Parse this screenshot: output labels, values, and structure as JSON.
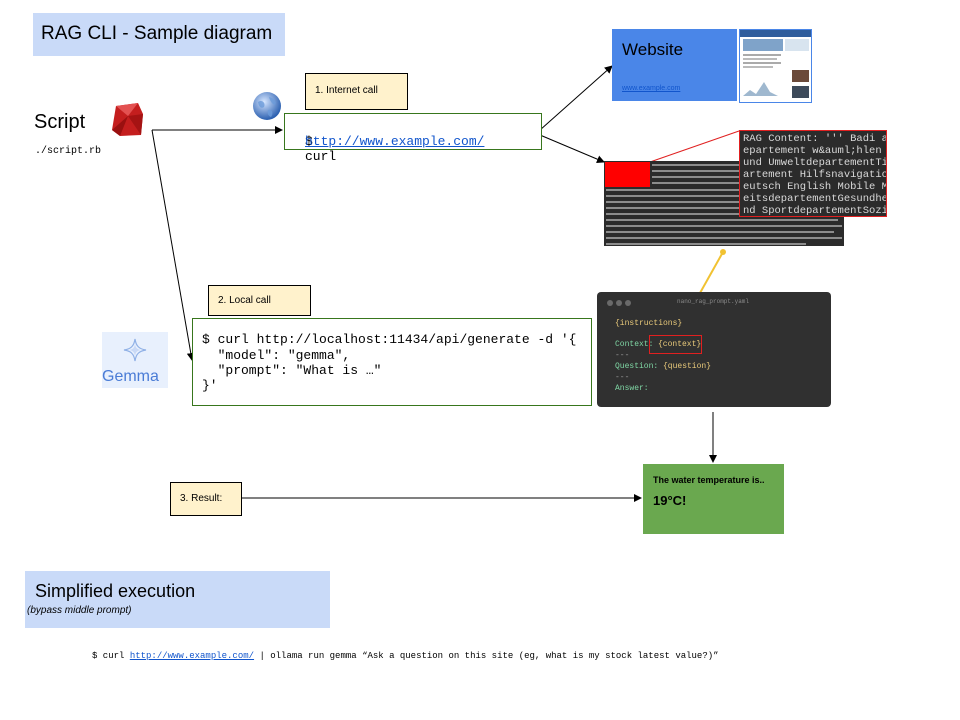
{
  "title": "RAG CLI - Sample diagram",
  "script": {
    "label": "Script",
    "path": "./script.rb"
  },
  "icons": {
    "ruby": "ruby-gem-icon",
    "globe": "globe-icon",
    "gemma": "gemma-logo-icon"
  },
  "notes": {
    "internet_call": "1. Internet call",
    "local_call": "2. Local call",
    "result": "3. Result:"
  },
  "curl1": {
    "prefix": "$ curl ",
    "url": "http://www.example.com/"
  },
  "website": {
    "title": "Website",
    "link": "www.example.com"
  },
  "rag_content": [
    "RAG Content: ''' Badi aktue",
    "epartement w&auml;hlen Depa",
    "und UmweltdepartementTiefba",
    "artement Hilfsnavigation Ko",
    "eutsch English Mobile Menu",
    "eitsdepartementGesundheits-",
    "nd SportdepartementSoziale"
  ],
  "editor": {
    "filename": "nano_rag_prompt.yaml",
    "instructions": "{instructions}",
    "context_label": "Context:",
    "context_var": "{context}",
    "sep1": "---",
    "question_label": "Question:",
    "question_var": "{question}",
    "sep2": "---",
    "answer_label": "Answer:"
  },
  "gemma": {
    "label": "Gemma"
  },
  "curl2": {
    "lines": [
      "$ curl http://localhost:11434/api/generate -d '{",
      "  \"model\": \"gemma\",",
      "  \"prompt\": \"What is …\"",
      "}'"
    ]
  },
  "result": {
    "line1": "The water temperature is..",
    "line2": "19°C!"
  },
  "simplified": {
    "title": "Simplified execution",
    "subtitle": "(bypass middle prompt)",
    "cmd_prefix": "$ curl ",
    "cmd_url": "http://www.example.com/",
    "cmd_suffix": " | ollama run gemma “Ask a question on this site (eg, what is my stock latest value?)”"
  },
  "colors": {
    "title_bg": "#c9daf8",
    "note_bg": "#fff2cc",
    "box_border": "#38761d",
    "website_bg": "#4a86e8",
    "result_bg": "#6aa84f",
    "highlight_red": "#e02020",
    "connector_yellow": "#f1c232"
  }
}
